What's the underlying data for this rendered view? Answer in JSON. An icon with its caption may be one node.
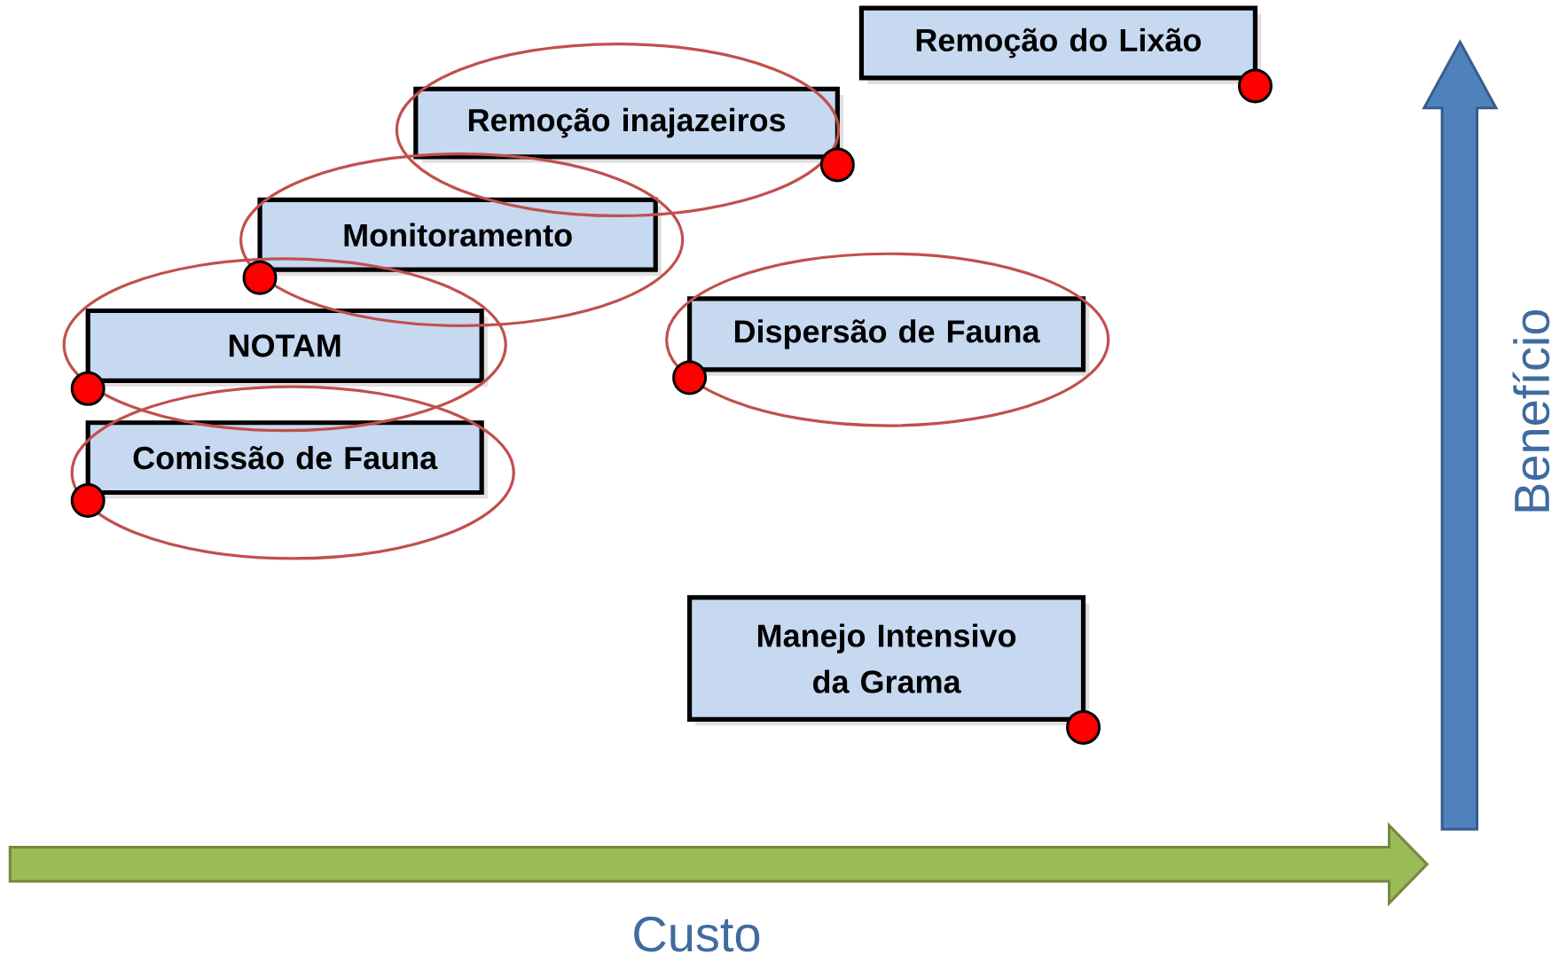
{
  "diagram": {
    "nodes": [
      {
        "text": [
          "Remoção do Lixão"
        ]
      },
      {
        "text": [
          "Remoção inajazeiros"
        ]
      },
      {
        "text": [
          "Monitoramento"
        ]
      },
      {
        "text": [
          "Dispersão de Fauna"
        ]
      },
      {
        "text": [
          "NOTAM"
        ]
      },
      {
        "text": [
          "Comissão de Fauna"
        ]
      },
      {
        "text": [
          "Manejo Intensivo da Grama"
        ]
      }
    ],
    "labels": [
      "Custo",
      "Benefício"
    ]
  }
}
